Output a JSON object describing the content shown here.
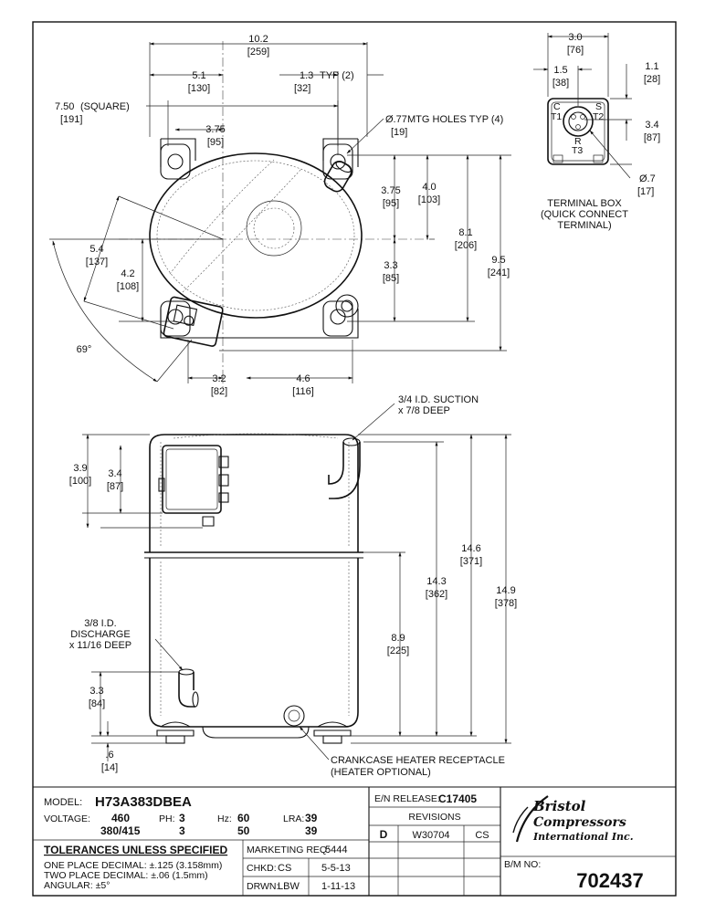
{
  "top_view": {
    "overall_width": "10.2",
    "overall_width_mm": "[259]",
    "half_width": "5.1",
    "half_width_mm": "[130]",
    "typ_offset": "1.3",
    "typ_label": "TYP (2)",
    "typ_offset_mm": "[32]",
    "square": "7.50",
    "square_label": "(SQUARE)",
    "square_mm": "[191]",
    "hole_span": "3.75",
    "hole_span_mm": "[95]",
    "mtg_holes": "Ø.77",
    "mtg_holes_label": "MTG HOLES TYP (4)",
    "mtg_holes_mm": "[19]",
    "right_375": "3.75",
    "right_375_mm": "[95]",
    "right_40": "4.0",
    "right_40_mm": "[103]",
    "right_33": "3.3",
    "right_33_mm": "[85]",
    "right_81": "8.1",
    "right_81_mm": "[206]",
    "right_95": "9.5",
    "right_95_mm": "[241]",
    "left_54": "5.4",
    "left_54_mm": "[137]",
    "left_42": "4.2",
    "left_42_mm": "[108]",
    "angle": "69°",
    "bottom_32": "3.2",
    "bottom_32_mm": "[82]",
    "bottom_46": "4.6",
    "bottom_46_mm": "[116]"
  },
  "terminal_box": {
    "width": "3.0",
    "width_mm": "[76]",
    "offset": "1.5",
    "offset_mm": "[38]",
    "right_11": "1.1",
    "right_11_mm": "[28]",
    "right_34": "3.4",
    "right_34_mm": "[87]",
    "dia": "Ø.7",
    "dia_mm": "[17]",
    "pin_c": "C",
    "pin_t1": "T1",
    "pin_s": "S",
    "pin_t2": "T2",
    "pin_r": "R",
    "pin_t3": "T3",
    "title_1": "TERMINAL BOX",
    "title_2": "(QUICK CONNECT",
    "title_3": "TERMINAL)"
  },
  "side_view": {
    "suction_1": "3/4 I.D. SUCTION",
    "suction_2": "x 7/8 DEEP",
    "left_39": "3.9",
    "left_39_mm": "[100]",
    "left_34": "3.4",
    "left_34_mm": "[87]",
    "discharge_1": "3/8 I.D.",
    "discharge_2": "DISCHARGE",
    "discharge_3": "x 11/16 DEEP",
    "left_33": "3.3",
    "left_33_mm": "[84]",
    "foot": ".6",
    "foot_mm": "[14]",
    "h_89": "8.9",
    "h_89_mm": "[225]",
    "h_143": "14.3",
    "h_143_mm": "[362]",
    "h_146": "14.6",
    "h_146_mm": "[371]",
    "h_149": "14.9",
    "h_149_mm": "[378]",
    "crankcase_1": "CRANKCASE HEATER RECEPTACLE",
    "crankcase_2": "(HEATER OPTIONAL)"
  },
  "title_block": {
    "model_label": "MODEL:",
    "model": "H73A383DBEA",
    "voltage_label": "VOLTAGE:",
    "voltage_1": "460",
    "voltage_2": "380/415",
    "ph_label": "PH:",
    "ph_1": "3",
    "ph_2": "3",
    "hz_label": "Hz:",
    "hz_1": "60",
    "hz_2": "50",
    "lra_label": "LRA:",
    "lra_1": "39",
    "lra_2": "39",
    "tolerances": "TOLERANCES UNLESS SPECIFIED",
    "tol_1": "ONE PLACE DECIMAL: ±.125 (3.158mm)",
    "tol_2": "TWO PLACE DECIMAL: ±.06 (1.5mm)",
    "tol_3": "ANGULAR: ±5°",
    "marketing_label": "MARKETING REQ:",
    "marketing": "5444",
    "chkd_label": "CHKD:",
    "chkd": "CS",
    "chkd_date": "5-5-13",
    "drwn_label": "DRWN:",
    "drwn": "LBW",
    "drwn_date": "1-11-13",
    "release_label": "E/N RELEASE:",
    "release": "C17405",
    "revisions": "REVISIONS",
    "rev_letter": "D",
    "rev_number": "W30704",
    "rev_by": "CS",
    "logo_1": "Bristol",
    "logo_2": "Compressors",
    "logo_3": "International Inc.",
    "bm_label": "B/M NO:",
    "bm": "702437"
  }
}
